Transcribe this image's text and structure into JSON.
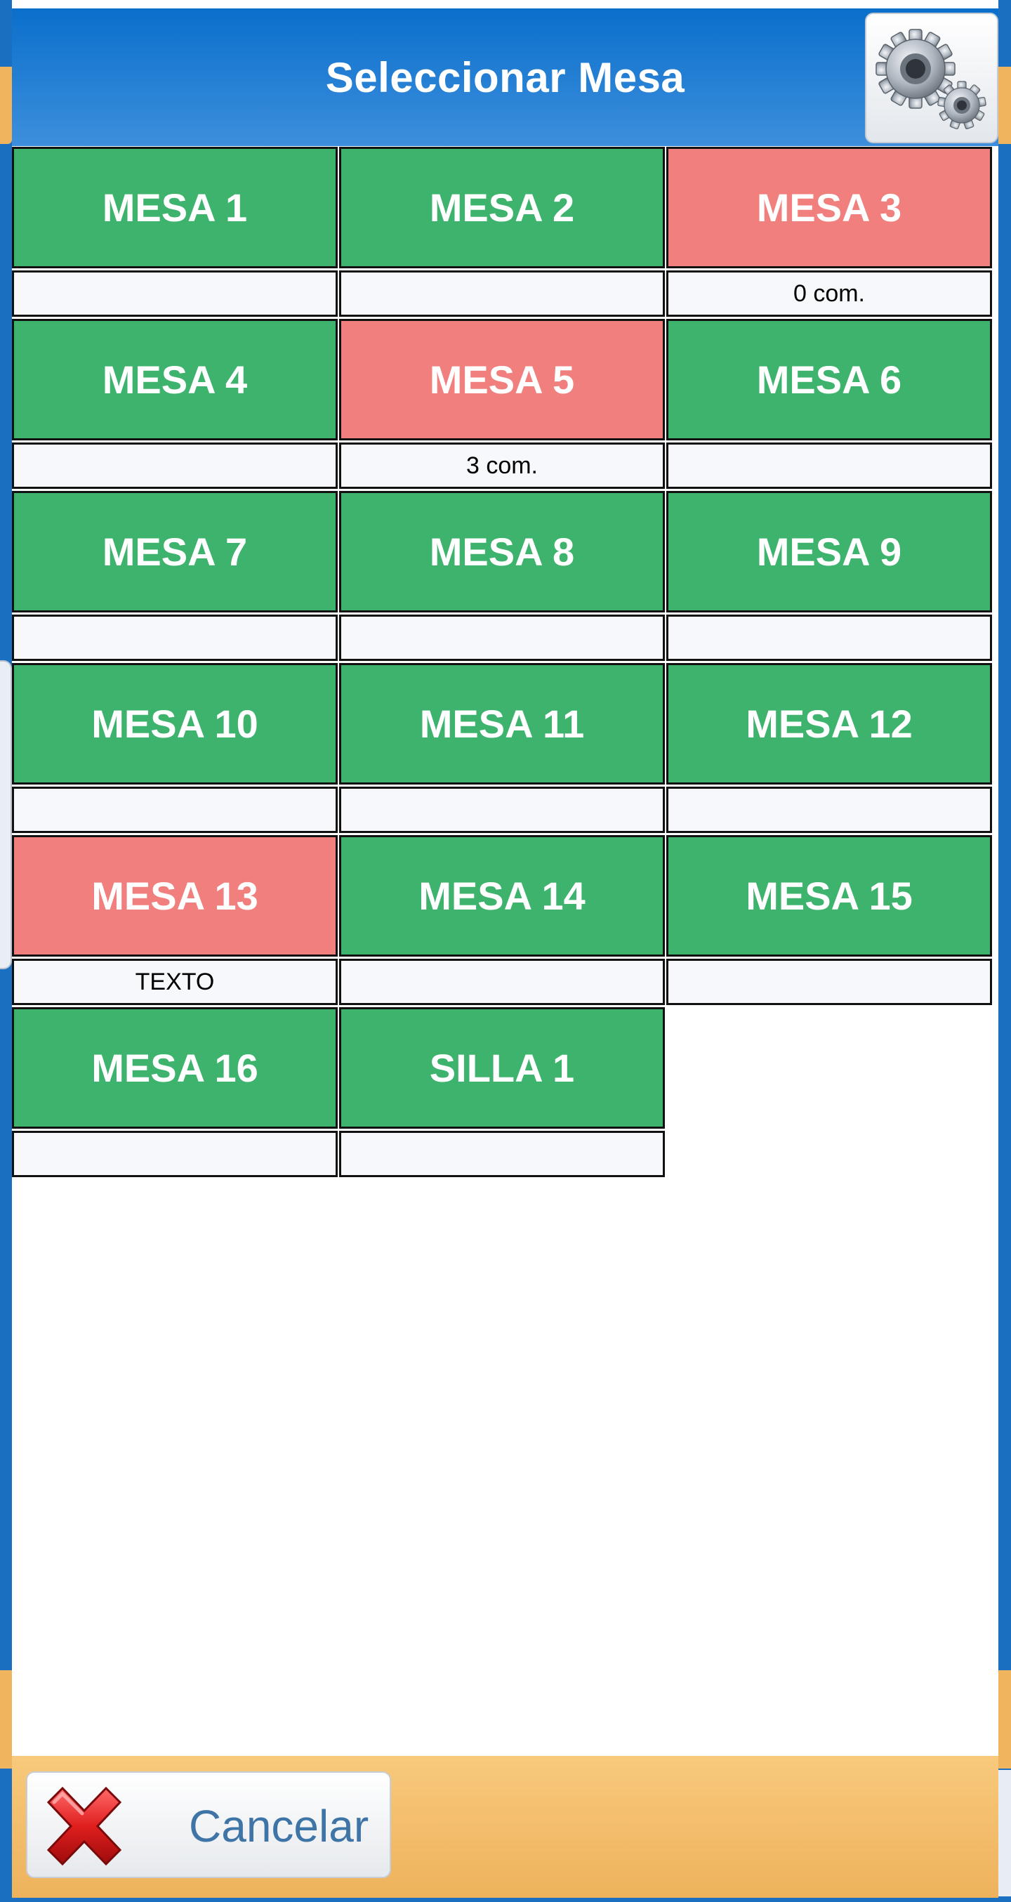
{
  "header": {
    "title": "Seleccionar Mesa",
    "settings_icon": "gears-icon"
  },
  "tables": [
    {
      "label": "MESA 1",
      "status": "free",
      "note": ""
    },
    {
      "label": "MESA 2",
      "status": "free",
      "note": ""
    },
    {
      "label": "MESA 3",
      "status": "busy",
      "note": "0 com."
    },
    {
      "label": "MESA 4",
      "status": "free",
      "note": ""
    },
    {
      "label": "MESA 5",
      "status": "busy",
      "note": "3 com."
    },
    {
      "label": "MESA 6",
      "status": "free",
      "note": ""
    },
    {
      "label": "MESA 7",
      "status": "free",
      "note": ""
    },
    {
      "label": "MESA 8",
      "status": "free",
      "note": ""
    },
    {
      "label": "MESA 9",
      "status": "free",
      "note": ""
    },
    {
      "label": "MESA 10",
      "status": "free",
      "note": ""
    },
    {
      "label": "MESA 11",
      "status": "free",
      "note": ""
    },
    {
      "label": "MESA 12",
      "status": "free",
      "note": ""
    },
    {
      "label": "MESA 13",
      "status": "busy",
      "note": "TEXTO"
    },
    {
      "label": "MESA 14",
      "status": "free",
      "note": ""
    },
    {
      "label": "MESA 15",
      "status": "free",
      "note": ""
    },
    {
      "label": "MESA 16",
      "status": "free",
      "note": ""
    },
    {
      "label": "SILLA 1",
      "status": "free",
      "note": ""
    }
  ],
  "colors": {
    "free": "#3db36d",
    "busy": "#f07f7e",
    "header": "#0a6fcb",
    "footer": "#eeb25c"
  },
  "footer": {
    "cancel_label": "Cancelar",
    "cancel_icon": "close-icon"
  }
}
